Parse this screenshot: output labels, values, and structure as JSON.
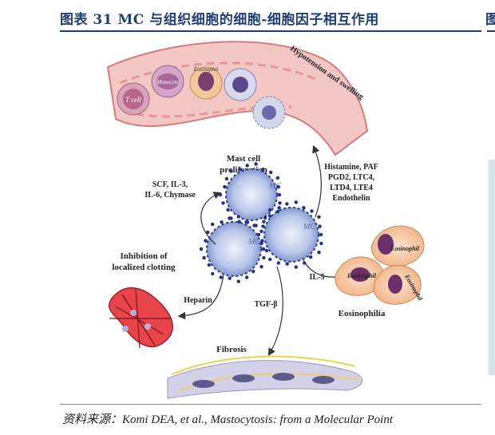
{
  "header": {
    "title": "图表 31   MC 与组织细胞的细胞-细胞因子相互作用",
    "right_partial": "图"
  },
  "figure": {
    "vessel_cells": [
      "T cell",
      "Monocyte",
      "Eosinophil"
    ],
    "vessel_label": "Hypotension and swelling",
    "mast_cell_label": "Mast cell proliferation",
    "mc_tags": [
      "MC",
      "MC",
      "MC"
    ],
    "cytokines_left": [
      "SCF, IL-3,",
      "IL-6, Chymase"
    ],
    "mediators": [
      "Histamine, PAF",
      "PGD2, LTC4,",
      "LTD4, LTE4",
      "Endothelin"
    ],
    "inhibition": [
      "Inhibition of",
      "localized clotting"
    ],
    "heparin": "Heparin",
    "tgf": "TGF-β",
    "il5": "IL-5",
    "eosinophil_cells": [
      "Eosinophil",
      "Eosinophil",
      "Eosinophil"
    ],
    "eosinophilia": "Eosinophilia",
    "fibrosis": "Fibrosis"
  },
  "source": {
    "text": "资料来源：Komi DEA, et al., Mastocytosis: from a Molecular Point"
  }
}
